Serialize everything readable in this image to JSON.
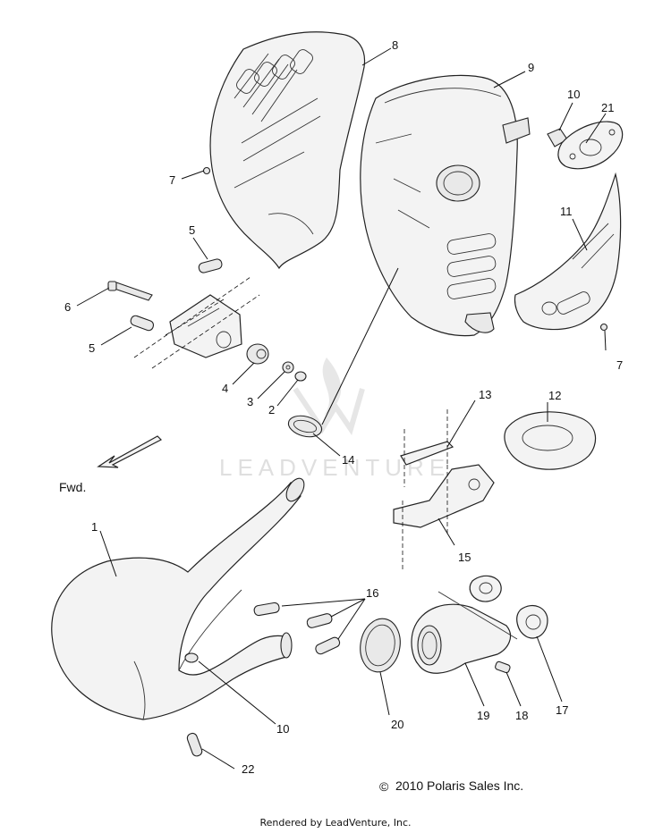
{
  "callouts": {
    "c1": "1",
    "c2": "2",
    "c3": "3",
    "c4": "4",
    "c5a": "5",
    "c5b": "5",
    "c6": "6",
    "c7a": "7",
    "c7b": "7",
    "c8": "8",
    "c9": "9",
    "c10a": "10",
    "c10b": "10",
    "c11": "11",
    "c12": "12",
    "c13": "13",
    "c14": "14",
    "c15": "15",
    "c16": "16",
    "c17": "17",
    "c18": "18",
    "c19": "19",
    "c20": "20",
    "c21": "21",
    "c22": "22"
  },
  "direction_label": "Fwd.",
  "copyright": "2010 Polaris Sales Inc.",
  "copyright_symbol": "©",
  "footer": "Rendered by LeadVenture, Inc.",
  "watermark": "LEADVENTURE"
}
